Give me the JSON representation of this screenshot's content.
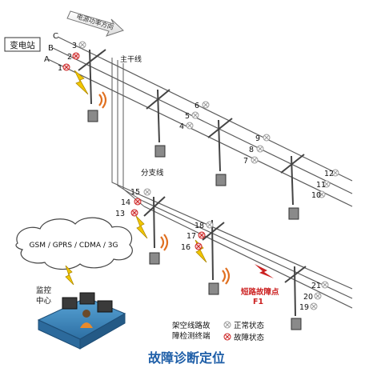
{
  "title": "故障诊断定位",
  "labels": {
    "substation": "变电站",
    "power_flow": "电源功率方向",
    "main_line": "主干线",
    "branch_line": "分支线",
    "comm": "GSM / GPRS / CDMA / 3G",
    "monitor_line1": "监控",
    "monitor_line2": "中心",
    "fault_point_line1": "短路故障点",
    "fault_point_line2": "F1",
    "terminal_line1": "架空线路故",
    "terminal_line2": "障检测终端",
    "legend_normal": "正常状态",
    "legend_fault": "故障状态"
  },
  "phases": [
    "A",
    "B",
    "C"
  ],
  "indicators": [
    "1",
    "2",
    "3",
    "4",
    "5",
    "6",
    "7",
    "8",
    "9",
    "10",
    "11",
    "12",
    "13",
    "14",
    "15",
    "16",
    "17",
    "18",
    "19",
    "20",
    "21"
  ],
  "colors": {
    "line": "#5b5b5b",
    "fault": "#cc2222",
    "title": "#1f5fa8",
    "bolt": "#f2c700",
    "normal_indicator": "#9a9a9a"
  }
}
